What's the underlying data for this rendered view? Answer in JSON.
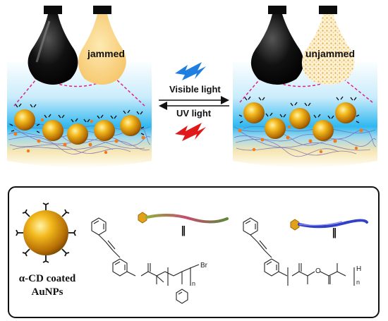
{
  "top": {
    "left_drop_state": "jammed",
    "right_drop_state": "unjammed",
    "stimulus_forward": "Visible light",
    "stimulus_reverse": "UV light"
  },
  "legend": {
    "particle_label_line1": "α-CD coated",
    "particle_label_line2": "AuNPs",
    "equiv_symbol": "|||",
    "chem1_end_group": "Br",
    "chem1_subscript": "n",
    "chem2_end_group": "H",
    "chem2_subscript": "n",
    "chem2_oxygen": "O"
  },
  "colors": {
    "gold": "#e0a21a",
    "blue_arrow": "#1f7fe0",
    "red_arrow": "#e01a1a",
    "water_blue": "#55c8f0",
    "oil_yellow": "#f6e3a8",
    "dashed_pink": "#e0208a",
    "polymer_purple": "#7064b0",
    "chain1": "#c84a6e",
    "chain2": "#3340c8"
  }
}
